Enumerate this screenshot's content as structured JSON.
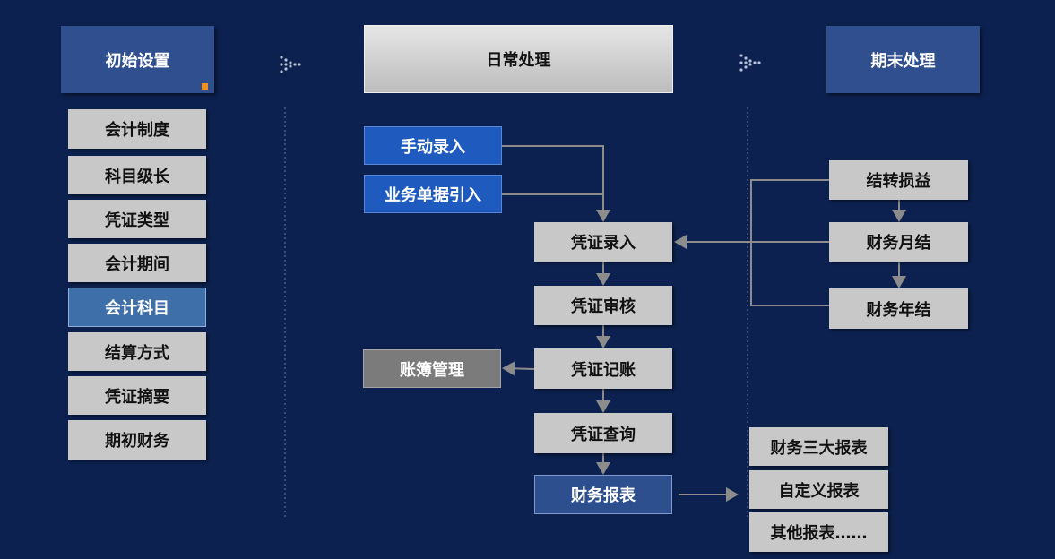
{
  "headers": {
    "initial": "初始设置",
    "daily": "日常处理",
    "period_end": "期末处理"
  },
  "initial_items": [
    "会计制度",
    "科目级长",
    "凭证类型",
    "会计期间",
    "会计科目",
    "结算方式",
    "凭证摘要",
    "期初财务"
  ],
  "daily": {
    "manual_entry": "手动录入",
    "doc_import": "业务单据引入",
    "voucher_entry": "凭证录入",
    "voucher_audit": "凭证审核",
    "voucher_post": "凭证记账",
    "ledger_mgmt": "账簿管理",
    "voucher_query": "凭证查询",
    "financial_report": "财务报表"
  },
  "period_end_items": {
    "carry_forward": "结转损益",
    "monthly_close": "财务月结",
    "yearly_close": "财务年结"
  },
  "reports": [
    "财务三大报表",
    "自定义报表",
    "其他报表……"
  ],
  "colors": {
    "background": "#0c214f",
    "accent_orange": "#f0901e"
  }
}
